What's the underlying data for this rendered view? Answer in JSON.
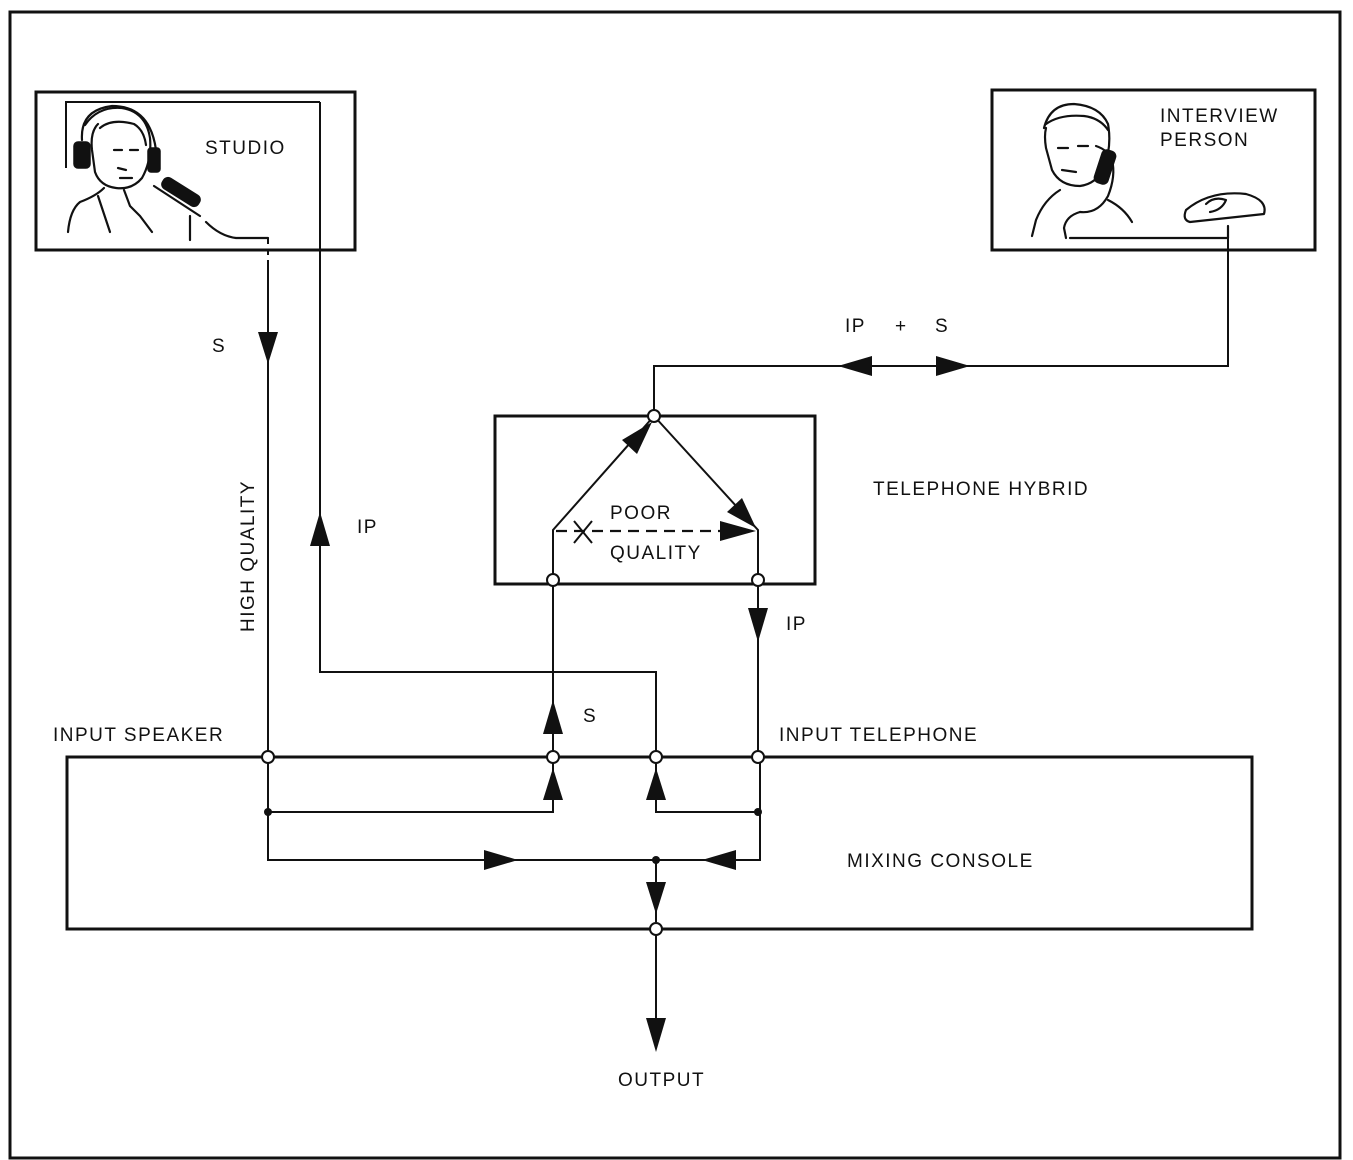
{
  "labels": {
    "studio": "STUDIO",
    "interview_line1": "INTERVIEW",
    "interview_line2": "PERSON",
    "signal_s": "S",
    "signal_ip": "IP",
    "ip_plus_s_ip": "IP",
    "ip_plus_s_plus": "+",
    "ip_plus_s_s": "S",
    "high_quality": "HIGH QUALITY",
    "telephone_hybrid": "TELEPHONE  HYBRID",
    "poor": "POOR",
    "quality": "QUALITY",
    "ip_out_hybrid": "IP",
    "s_to_hybrid": "S",
    "input_speaker": "INPUT  SPEAKER",
    "input_telephone": "INPUT  TELEPHONE",
    "mixing_console": "MIXING  CONSOLE",
    "output": "OUTPUT"
  },
  "colors": {
    "ink": "#111111",
    "paper": "#ffffff"
  },
  "icons": {
    "studio_person": "headset-speaker-with-microphone-icon",
    "interview_person": "person-on-telephone-icon",
    "cross_mark": "x-mark-icon"
  }
}
